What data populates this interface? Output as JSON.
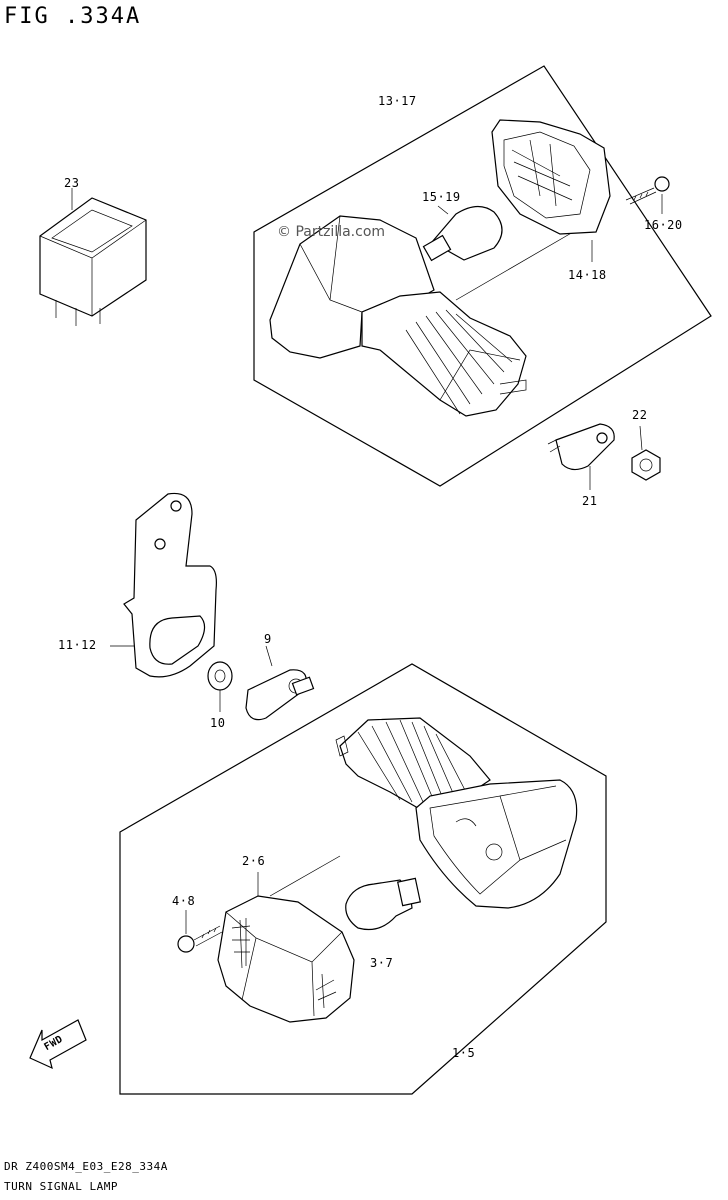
{
  "figure": {
    "title": "FIG .334A"
  },
  "watermark": "© Partzilla.com",
  "fwd_label": "FWD",
  "labels": {
    "p13_17": "13·17",
    "p23": "23",
    "p15_19": "15·19",
    "p16_20": "16·20",
    "p14_18": "14·18",
    "p22": "22",
    "p21": "21",
    "p11_12": "11·12",
    "p9": "9",
    "p10": "10",
    "p2_6": "2·6",
    "p4_8": "4·8",
    "p3_7": "3·7",
    "p1_5": "1·5"
  },
  "footer": {
    "code": "DR Z400SM4_E03_E28_334A",
    "name": "TURN SIGNAL LAMP"
  }
}
